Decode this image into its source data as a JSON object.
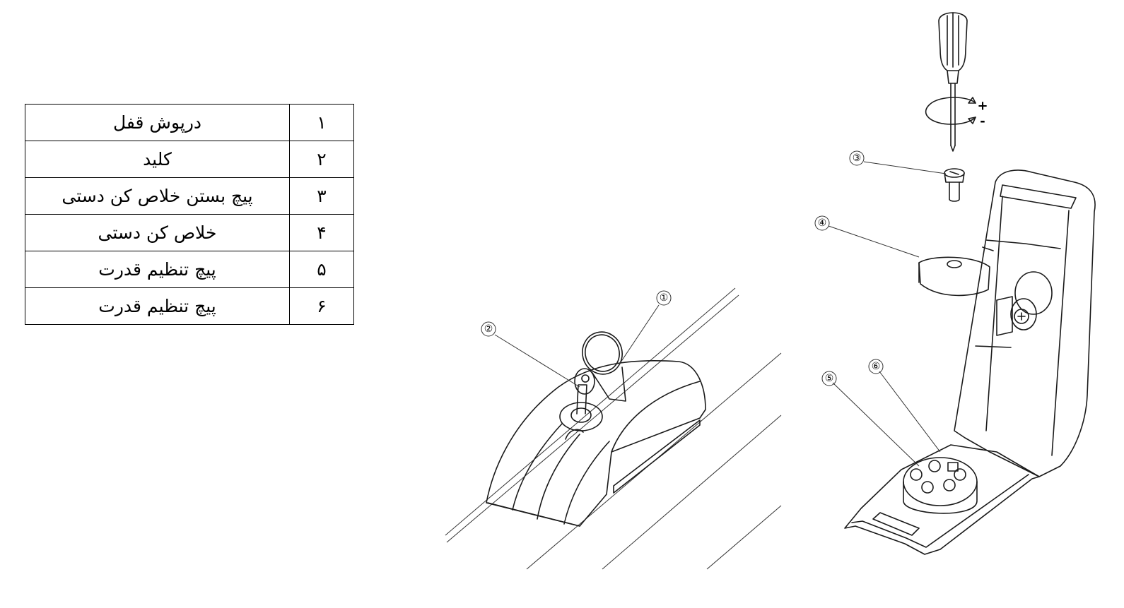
{
  "legend": [
    {
      "num": "۱",
      "label": "درپوش قفل"
    },
    {
      "num": "۲",
      "label": "کلید"
    },
    {
      "num": "۳",
      "label": "پیچ بستن خلاص کن دستی"
    },
    {
      "num": "۴",
      "label": "خلاص کن دستی"
    },
    {
      "num": "۵",
      "label": "پیچ تنظیم قدرت"
    },
    {
      "num": "۶",
      "label": "پیچ تنظیم قدرت"
    }
  ],
  "callouts": [
    "①",
    "②",
    "③",
    "④",
    "⑤",
    "⑥"
  ],
  "rotation_signs": {
    "plus": "+",
    "minus": "-"
  }
}
